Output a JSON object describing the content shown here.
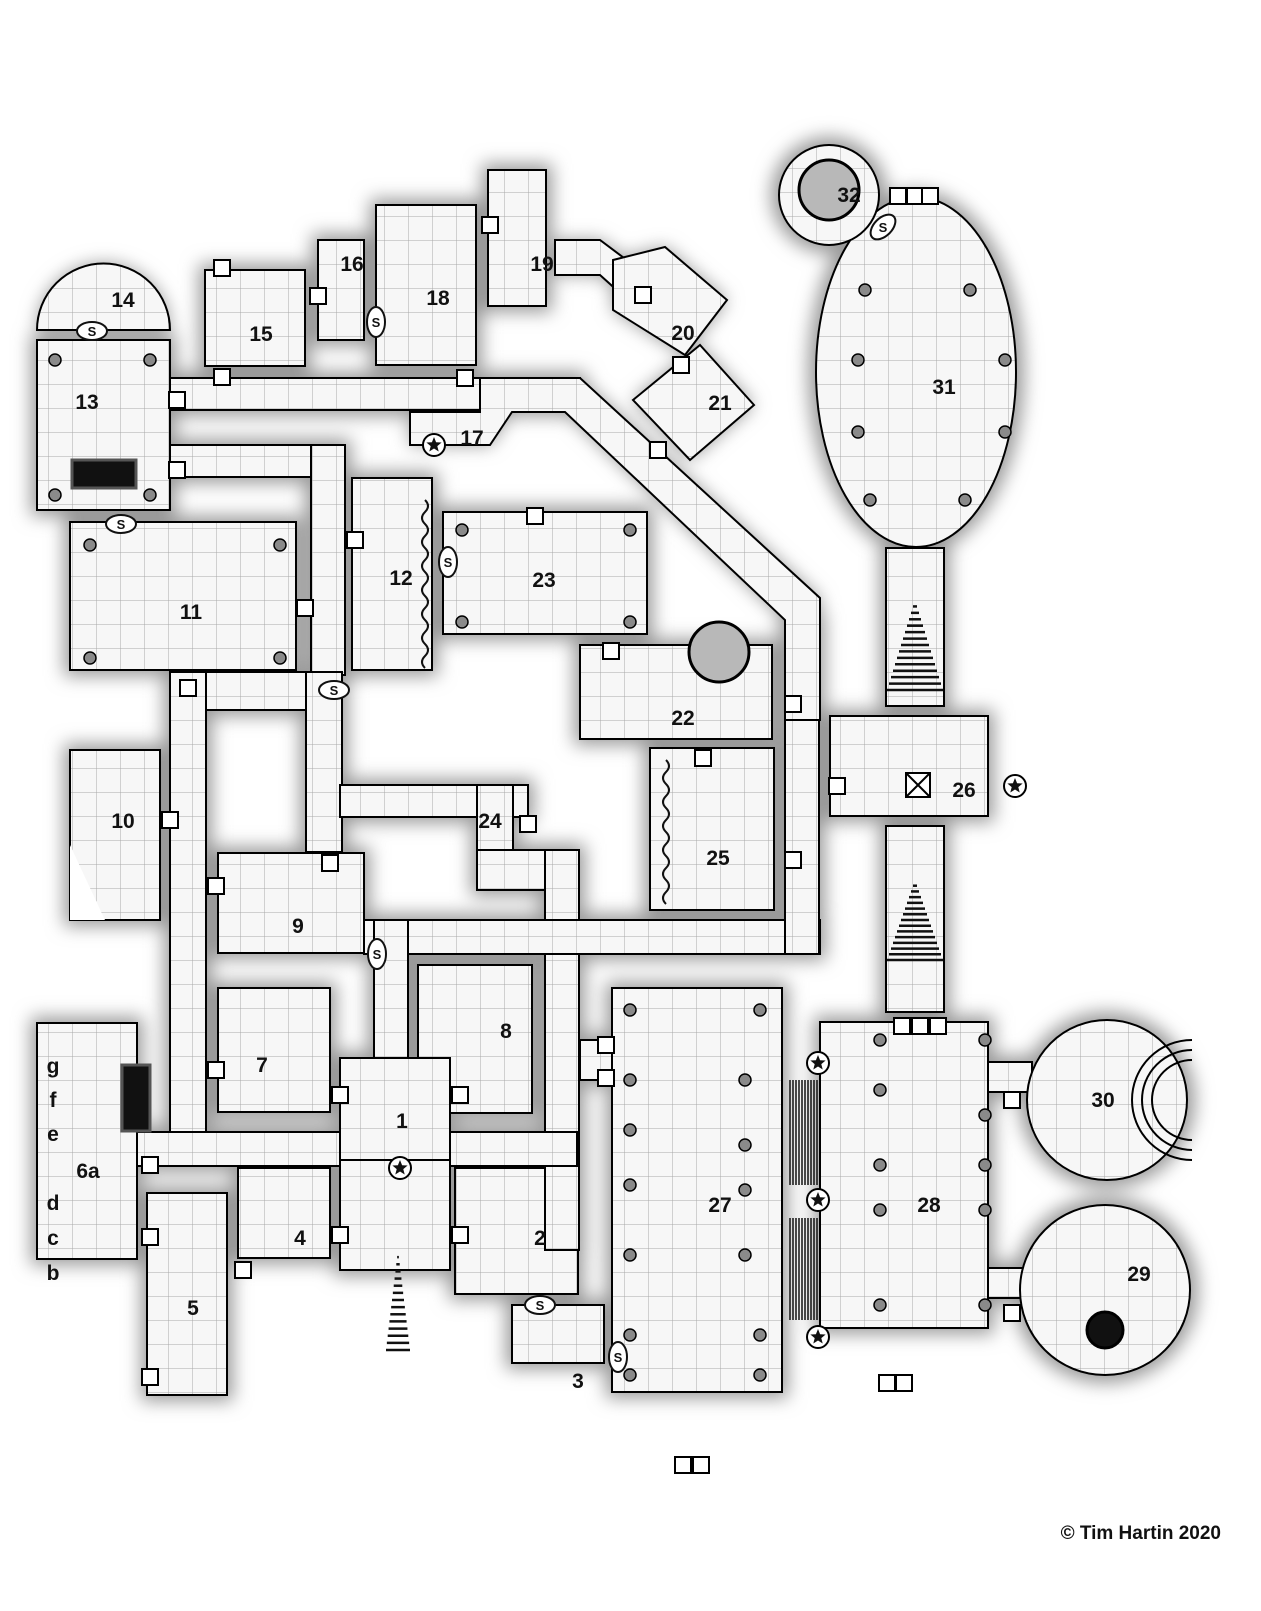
{
  "map": {
    "rooms": [
      {
        "id": "1",
        "label": "1"
      },
      {
        "id": "2",
        "label": "2"
      },
      {
        "id": "3",
        "label": "3"
      },
      {
        "id": "4",
        "label": "4"
      },
      {
        "id": "5",
        "label": "5"
      },
      {
        "id": "6a",
        "label": "6a"
      },
      {
        "id": "7",
        "label": "7"
      },
      {
        "id": "8",
        "label": "8"
      },
      {
        "id": "9",
        "label": "9"
      },
      {
        "id": "10",
        "label": "10"
      },
      {
        "id": "11",
        "label": "11"
      },
      {
        "id": "12",
        "label": "12"
      },
      {
        "id": "13",
        "label": "13"
      },
      {
        "id": "14",
        "label": "14"
      },
      {
        "id": "15",
        "label": "15"
      },
      {
        "id": "16",
        "label": "16"
      },
      {
        "id": "17",
        "label": "17"
      },
      {
        "id": "18",
        "label": "18"
      },
      {
        "id": "19",
        "label": "19"
      },
      {
        "id": "20",
        "label": "20"
      },
      {
        "id": "21",
        "label": "21"
      },
      {
        "id": "22",
        "label": "22"
      },
      {
        "id": "23",
        "label": "23"
      },
      {
        "id": "24",
        "label": "24"
      },
      {
        "id": "25",
        "label": "25"
      },
      {
        "id": "26",
        "label": "26"
      },
      {
        "id": "27",
        "label": "27"
      },
      {
        "id": "28",
        "label": "28"
      },
      {
        "id": "29",
        "label": "29"
      },
      {
        "id": "30",
        "label": "30"
      },
      {
        "id": "31",
        "label": "31"
      },
      {
        "id": "32",
        "label": "32"
      }
    ],
    "cells_6": [
      "g",
      "f",
      "e",
      "d",
      "c",
      "b"
    ],
    "secret_door_symbol": "S",
    "colors": {
      "background": "#ffffff",
      "floor": "#f7f7f7",
      "grid": "#a8a8a8",
      "wall": "#000000",
      "pillar": "#8a8a8a"
    },
    "copyright": "© Tim Hartin 2020"
  }
}
